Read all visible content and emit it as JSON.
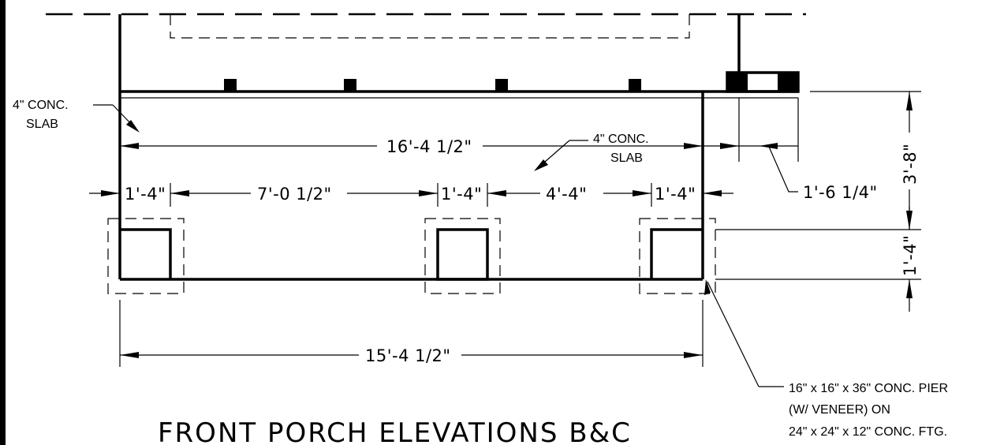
{
  "title": "FRONT PORCH ELEVATIONS B&C",
  "dimensions": {
    "overall_top": "16'-4 1/2\"",
    "overall_bottom": "15'-4 1/2\"",
    "pier_left": "1'-4\"",
    "span_left": "7'-0 1/2\"",
    "pier_mid": "1'-4\"",
    "span_right": "4'-4\"",
    "pier_right": "1'-4\"",
    "right_offset": "1'-6 1/4\"",
    "height_total": "3'-8\"",
    "height_pier": "1'-4\""
  },
  "notes": {
    "slab_left_line1": "4\" CONC.",
    "slab_left_line2": "SLAB",
    "slab_center_line1": "4\" CONC.",
    "slab_center_line2": "SLAB",
    "pier_line1": "16\" x 16\" x 36\" CONC. PIER",
    "pier_line2": "(W/ VENEER) ON",
    "pier_line3": "24\" x 24\" x 12\" CONC. FTG."
  }
}
